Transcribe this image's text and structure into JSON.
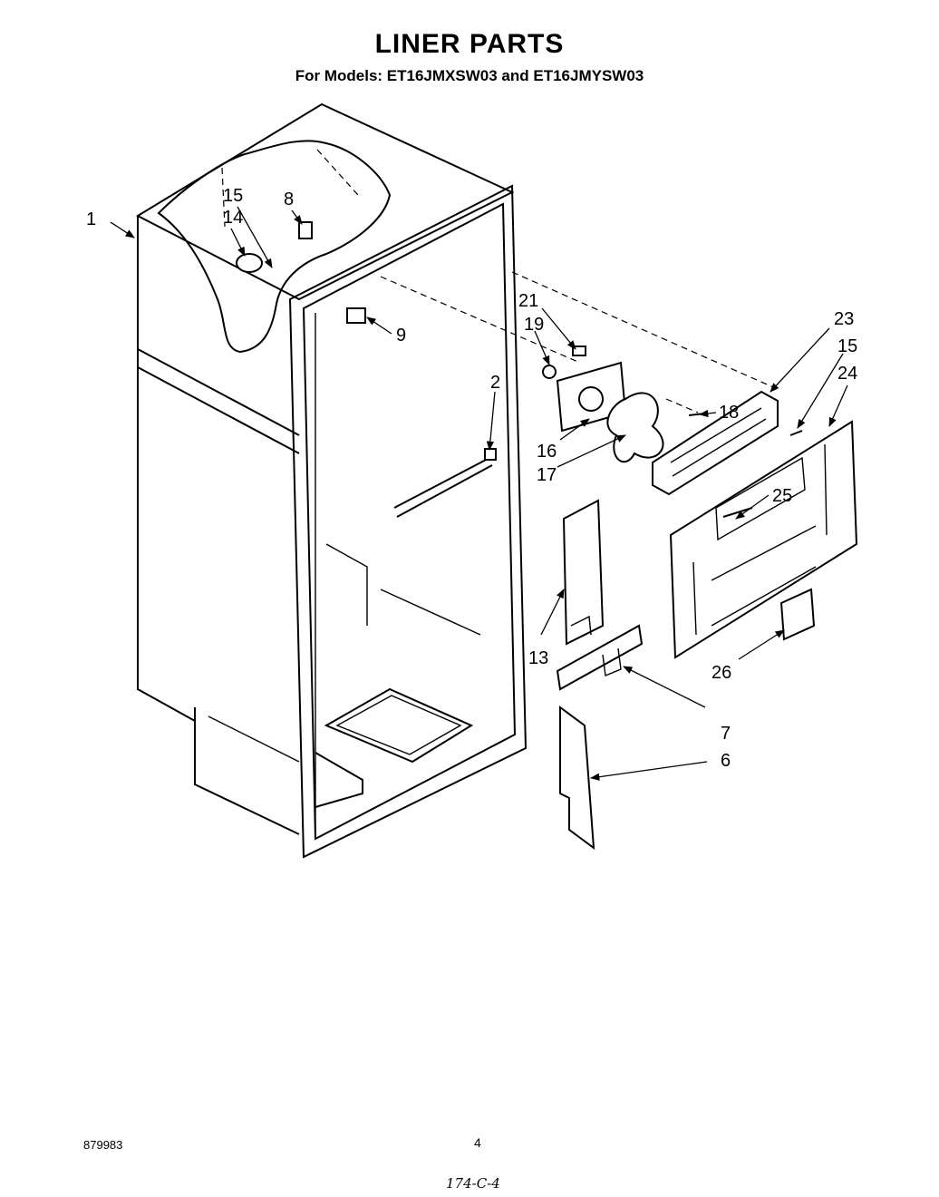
{
  "header": {
    "title": "LINER PARTS",
    "subtitle": "For Models: ET16JMXSW03 and ET16JMYSW03"
  },
  "callouts": [
    {
      "id": "1",
      "label": "1"
    },
    {
      "id": "15a",
      "label": "15"
    },
    {
      "id": "14",
      "label": "14"
    },
    {
      "id": "8",
      "label": "8"
    },
    {
      "id": "9",
      "label": "9"
    },
    {
      "id": "2",
      "label": "2"
    },
    {
      "id": "21",
      "label": "21"
    },
    {
      "id": "19",
      "label": "19"
    },
    {
      "id": "23",
      "label": "23"
    },
    {
      "id": "15b",
      "label": "15"
    },
    {
      "id": "24",
      "label": "24"
    },
    {
      "id": "18",
      "label": "18"
    },
    {
      "id": "16",
      "label": "16"
    },
    {
      "id": "17",
      "label": "17"
    },
    {
      "id": "25",
      "label": "25"
    },
    {
      "id": "13",
      "label": "13"
    },
    {
      "id": "26",
      "label": "26"
    },
    {
      "id": "7",
      "label": "7"
    },
    {
      "id": "6",
      "label": "6"
    }
  ],
  "footer": {
    "doc_number": "879983",
    "page_number": "4",
    "handwritten_note": "174-C-4"
  }
}
